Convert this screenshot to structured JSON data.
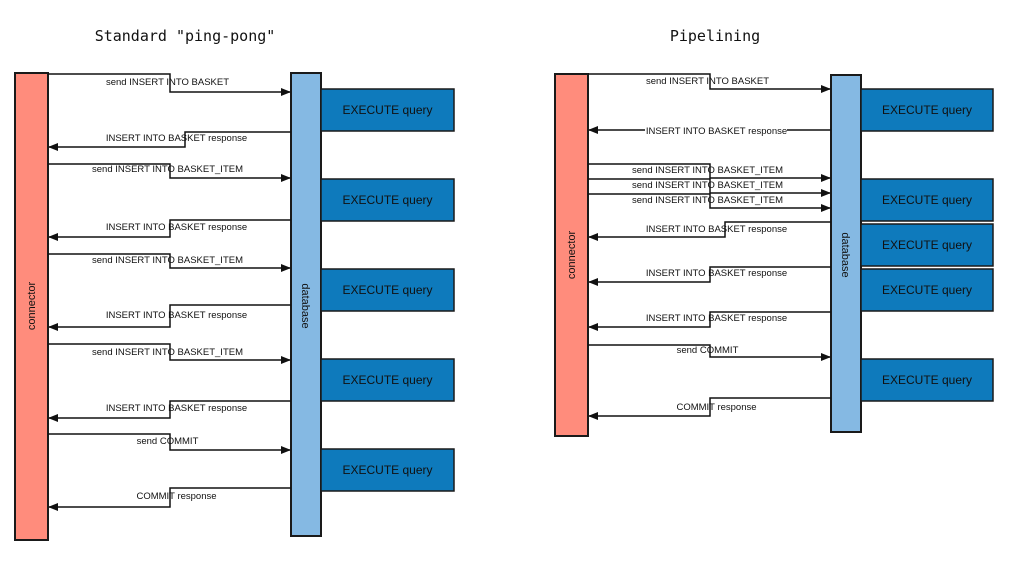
{
  "colors": {
    "connector_fill": "#FF8C7C",
    "database_fill": "#85B9E3",
    "execute_fill": "#0E7ABC",
    "stroke": "#1A1A1A"
  },
  "diagrams": [
    {
      "id": "ping-pong",
      "title": "Standard \"ping-pong\"",
      "connector_label": "connector",
      "database_label": "database",
      "execute_label": "EXECUTE query",
      "execute_count": 5,
      "messages": [
        {
          "dir": "to-db",
          "text": "send INSERT INTO BASKET"
        },
        {
          "dir": "to-connector",
          "text": "INSERT INTO BASKET  response"
        },
        {
          "dir": "to-db",
          "text": "send INSERT INTO BASKET_ITEM"
        },
        {
          "dir": "to-connector",
          "text": "INSERT INTO BASKET  response"
        },
        {
          "dir": "to-db",
          "text": "send INSERT INTO BASKET_ITEM"
        },
        {
          "dir": "to-connector",
          "text": "INSERT INTO BASKET  response"
        },
        {
          "dir": "to-db",
          "text": "send INSERT INTO BASKET_ITEM"
        },
        {
          "dir": "to-connector",
          "text": "INSERT INTO BASKET  response"
        },
        {
          "dir": "to-db",
          "text": "send COMMIT"
        },
        {
          "dir": "to-connector",
          "text": "COMMIT response"
        }
      ]
    },
    {
      "id": "pipelining",
      "title": "Pipelining",
      "connector_label": "connector",
      "database_label": "database",
      "execute_label": "EXECUTE query",
      "execute_count": 5,
      "messages": [
        {
          "dir": "to-db",
          "text": "send INSERT INTO BASKET"
        },
        {
          "dir": "to-connector",
          "text": "INSERT INTO BASKET  response"
        },
        {
          "dir": "to-db",
          "text": "send INSERT INTO BASKET_ITEM"
        },
        {
          "dir": "to-db",
          "text": "send INSERT INTO BASKET_ITEM"
        },
        {
          "dir": "to-db",
          "text": "send INSERT INTO BASKET_ITEM"
        },
        {
          "dir": "to-connector",
          "text": "INSERT INTO BASKET  response"
        },
        {
          "dir": "to-connector",
          "text": "INSERT INTO BASKET  response"
        },
        {
          "dir": "to-connector",
          "text": "INSERT INTO BASKET  response"
        },
        {
          "dir": "to-db",
          "text": "send COMMIT"
        },
        {
          "dir": "to-connector",
          "text": "COMMIT response"
        }
      ]
    }
  ]
}
